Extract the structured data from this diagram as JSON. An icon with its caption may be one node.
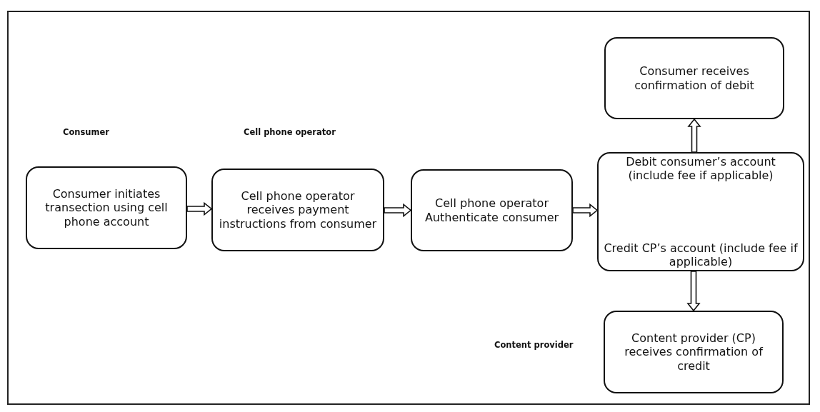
{
  "diagram": {
    "nodes": [
      {
        "text": [
          "Consumer initiates transection using cell phone account"
        ]
      },
      {
        "text": [
          "Cell phone operator receives payment instructions from consumer"
        ]
      },
      {
        "text": [
          "Cell phone operator Authenticate consumer"
        ]
      },
      {
        "text": [
          "Debit consumer’s account (include fee if applicable)",
          "Credit CP’s account (include fee if applicable)"
        ]
      },
      {
        "text": [
          "Consumer receives confirmation of debit"
        ]
      },
      {
        "text": [
          "Content provider (CP) receives confirmation of credit"
        ]
      }
    ],
    "edges": [
      {
        "from": 0,
        "to": 1,
        "arrow": "to"
      },
      {
        "from": 1,
        "to": 2,
        "arrow": "to"
      },
      {
        "from": 2,
        "to": 3,
        "arrow": "to"
      },
      {
        "from": 3,
        "to": 4,
        "arrow": "to"
      },
      {
        "from": 3,
        "to": 5,
        "arrow": "to"
      }
    ],
    "labels": [
      "Consumer",
      "Cell phone operator",
      "Content provider"
    ]
  }
}
